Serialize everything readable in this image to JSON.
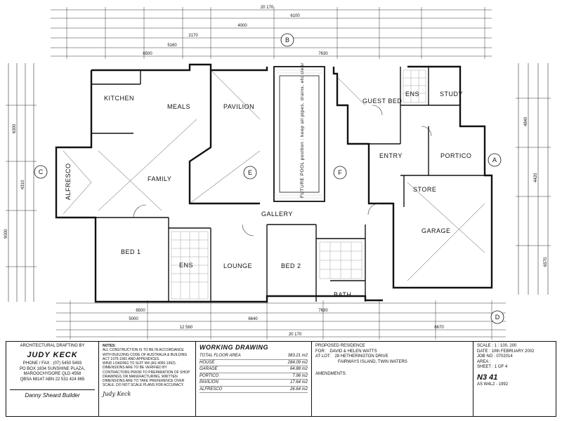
{
  "plan": {
    "rooms": {
      "kitchen": "KITCHEN",
      "meals": "MEALS",
      "pavilion": "PAVILION",
      "alfresco": "ALFRESCO",
      "family": "FAMILY",
      "gallery": "GALLERY",
      "bed1": "BED 1",
      "lounge": "LOUNGE",
      "bed2": "BED 2",
      "ens": "ENS",
      "bath": "BATH",
      "guest_bed": "GUEST BED",
      "ens2": "ENS",
      "study": "STUDY",
      "entry": "ENTRY",
      "portico": "PORTICO",
      "store": "STORE",
      "garage": "GARAGE",
      "pool": "FUTURE POOL position : keep all pipes, drains, etc clear"
    },
    "grid_markers": [
      "B",
      "C",
      "E",
      "F",
      "A",
      "D"
    ],
    "dimensions": {
      "overall_top": "20 170",
      "overall_bottom": "20 170",
      "top_a": "6100",
      "top_b": "4000",
      "top_c": "2170",
      "top_d": "6500",
      "top_e": "5160",
      "top_f": "7630",
      "bottom_a": "6500",
      "bottom_b": "12 560",
      "bottom_c": "7630",
      "bottom_d": "6640",
      "bottom_e": "5000",
      "bottom_f": "6670",
      "left_a": "6300",
      "left_b": "4310",
      "left_c": "9000",
      "right_a": "4840",
      "right_b": "4420",
      "right_c": "6570"
    }
  },
  "title_block": {
    "drafting_label": "ARCHITECTURAL DRAFTING BY",
    "firm": "JUDY KECK",
    "phone": "PHONE / FAX : (07) 5450 5493",
    "address": "PO BOX 1834 SUNSHINE PLAZA, MAROOCHYDORE QLD 4558",
    "qbsa": "QBSA 68147   ABN 22 531 424 865",
    "builder": "Danny Sheard Builder",
    "notes_title": "NOTES:",
    "notes_1": "ALL CONSTRUCTION IS TO BE IN ACCORDANCE WITH BUILDING CODE OF AUSTRALIA & BUILDING ACT 1975-1991 AND APPENDICES.",
    "notes_2": "WIND LOADING TO SUIT W4 (AS 4055-1992).",
    "notes_3": "DIMENSIONS ARE TO BE VERIFIED BY CONTRACTORS PRIOR TO PREPARATION OF SHOP DRAWINGS OR MANUFACTURING. WRITTEN DIMENSIONS ARE TO TAKE PREFERENCE OVER SCALE. DO NOT SCALE PLANS FOR ACCURACY.",
    "signature": "Judy Keck",
    "working_drawing": "WORKING DRAWING",
    "areas": [
      {
        "label": "TOTAL FLOOR AREA",
        "value": "383.21 m2"
      },
      {
        "label": "HOUSE",
        "value": "284.09 m2"
      },
      {
        "label": "GARAGE",
        "value": "64.88 m2"
      },
      {
        "label": "PORTICO",
        "value": "7.96 m2"
      },
      {
        "label": "PAVILION",
        "value": "17.64 m2"
      },
      {
        "label": "ALFRESCO",
        "value": "26.64 m2"
      }
    ],
    "proposed": "PROPOSED RESIDENCE",
    "for_label": "FOR:",
    "client": "DAVID & HELEN WATTS",
    "at_lot_label": "AT LOT:",
    "lot": "28 HETHERINGTON DRIVE",
    "suburb": "FAIRWAYS ISLAND,  TWIN WATERS",
    "amendments": "AMENDMENTS:",
    "scale": "SCALE : 1 : 100, 200",
    "date": "DATE : 10th FEBRUARY 2002",
    "job_no": "JOB NO : 0702014",
    "area_label": "AREA :",
    "sheet": "SHEET : 1 OF 4",
    "drawing_no": "N3 41",
    "wind": "AS W4L2 - 1992"
  }
}
